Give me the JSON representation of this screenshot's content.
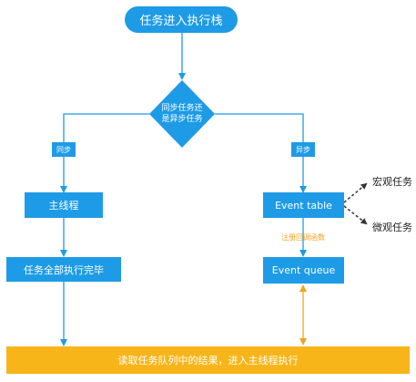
{
  "start": "任务进入执行栈",
  "decision": {
    "line1": "同步任务还",
    "line2": "是异步任务"
  },
  "branch_sync": "同步",
  "branch_async": "异步",
  "main_thread": "主线程",
  "all_done": "任务全部执行完毕",
  "event_table": "Event table",
  "register_callback": "注册回调函数",
  "event_queue": "Event queue",
  "macro_task": "宏观任务",
  "micro_task": "微观任务",
  "bottom_bar": "读取任务队列中的结果，进入主线程执行",
  "colors": {
    "blue": "#1e9be6",
    "orange": "#f7b51a",
    "dark": "#333333"
  }
}
